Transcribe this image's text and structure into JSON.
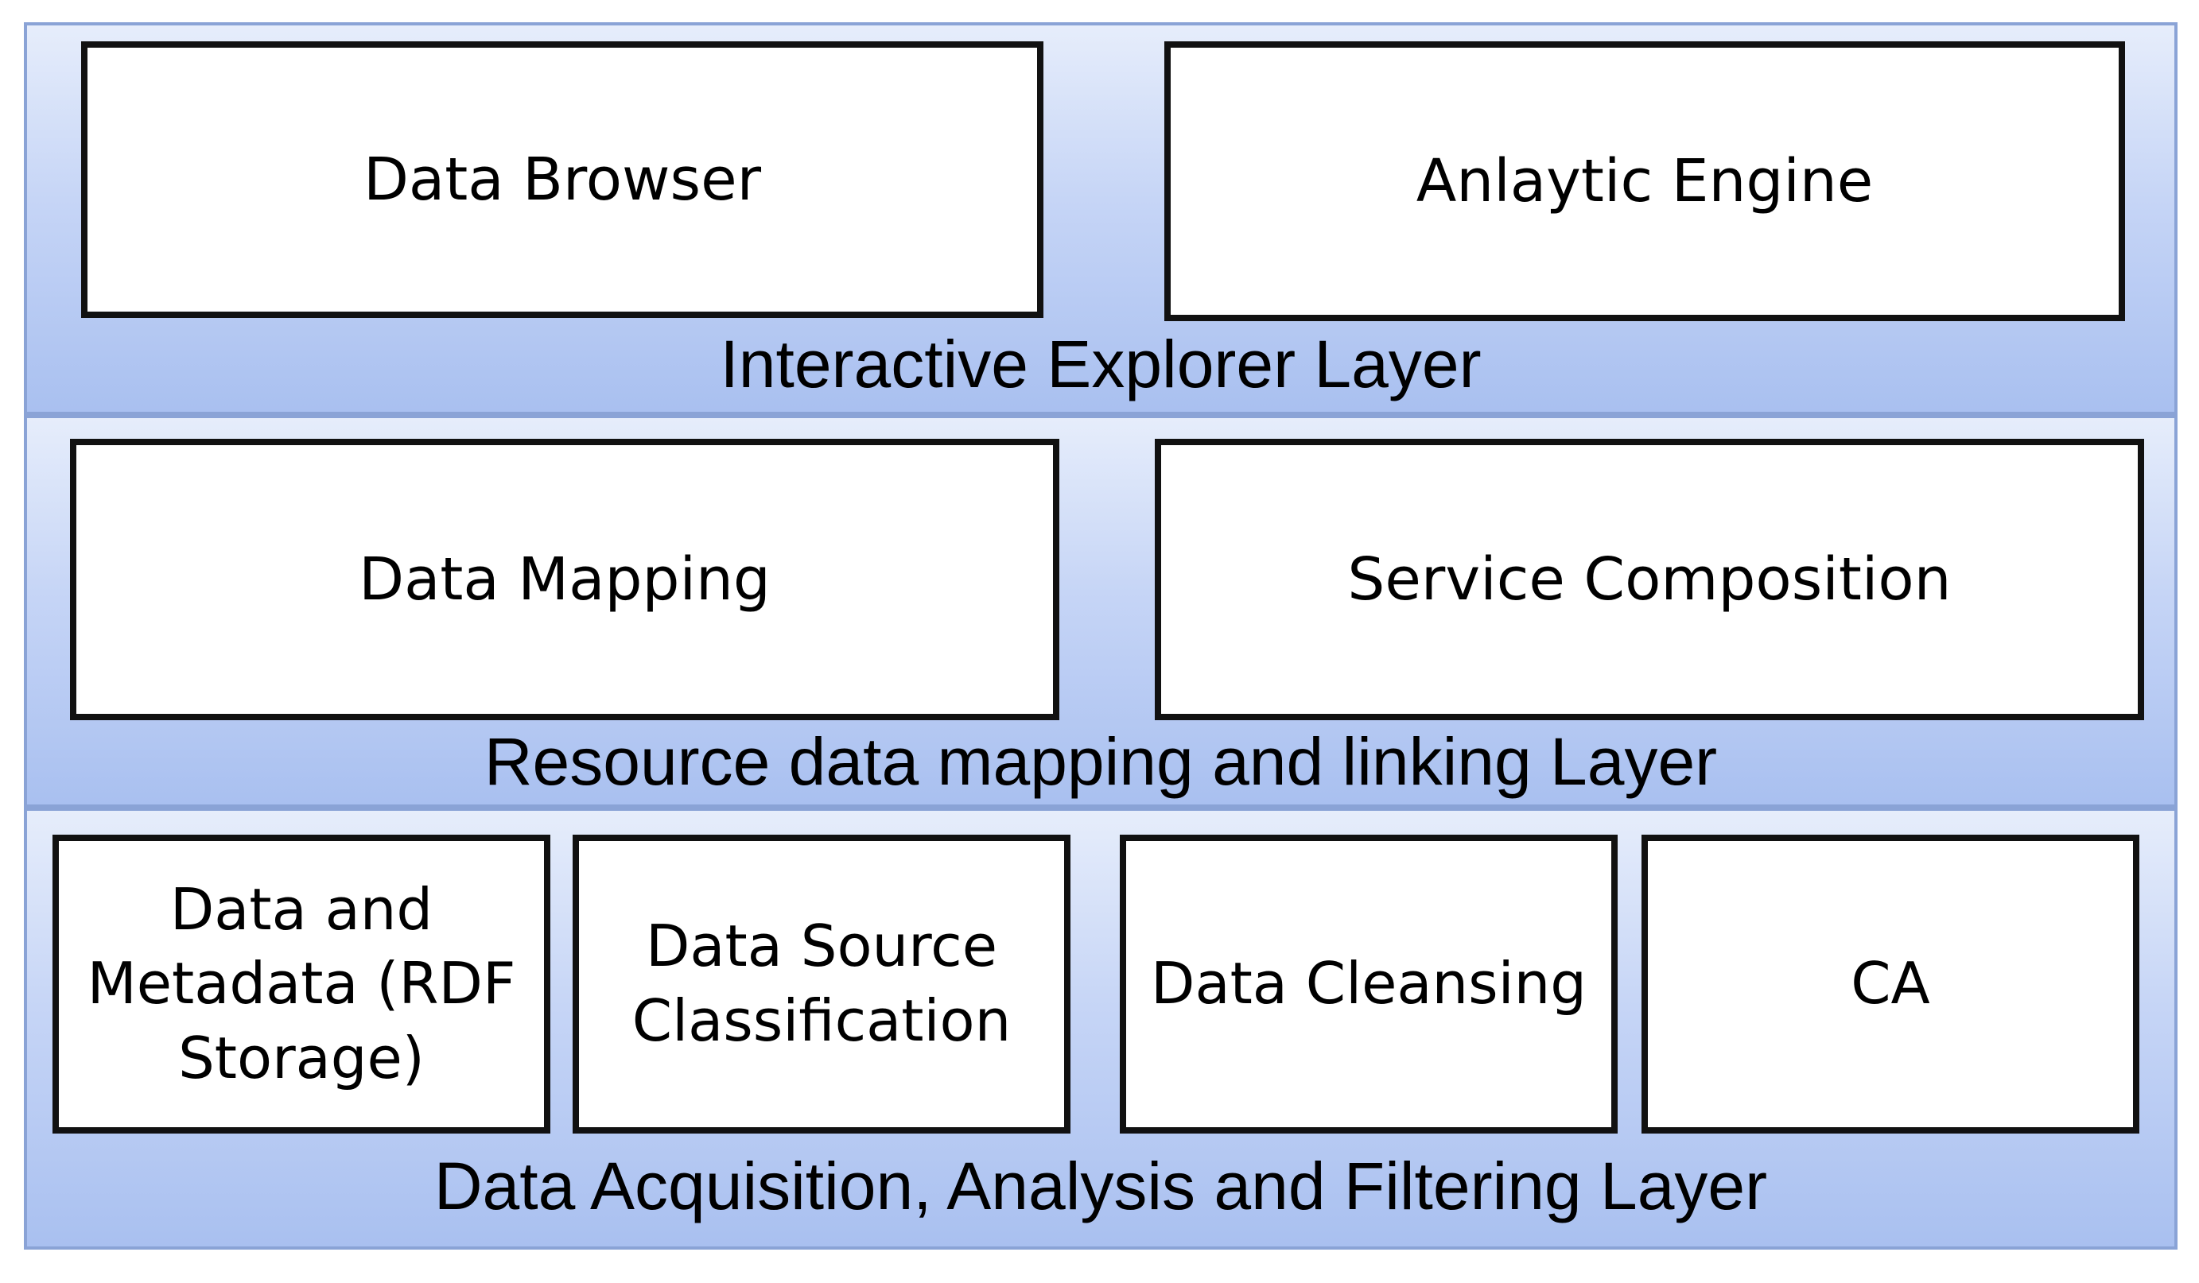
{
  "layers": [
    {
      "label": "Interactive Explorer Layer",
      "boxes": [
        "Data Browser",
        "Anlaytic Engine"
      ]
    },
    {
      "label": "Resource data mapping and linking Layer",
      "boxes": [
        "Data Mapping",
        "Service Composition"
      ]
    },
    {
      "label": "Data Acquisition, Analysis and Filtering Layer",
      "boxes": [
        "Data and Metadata (RDF Storage)",
        "Data Source Classification",
        "Data Cleansing",
        "CA"
      ]
    }
  ],
  "colors": {
    "layer_fill_top": "#e6edfb",
    "layer_fill_bottom": "#a9c0f0",
    "layer_border": "#8aa3d6",
    "box_border": "#111111"
  }
}
